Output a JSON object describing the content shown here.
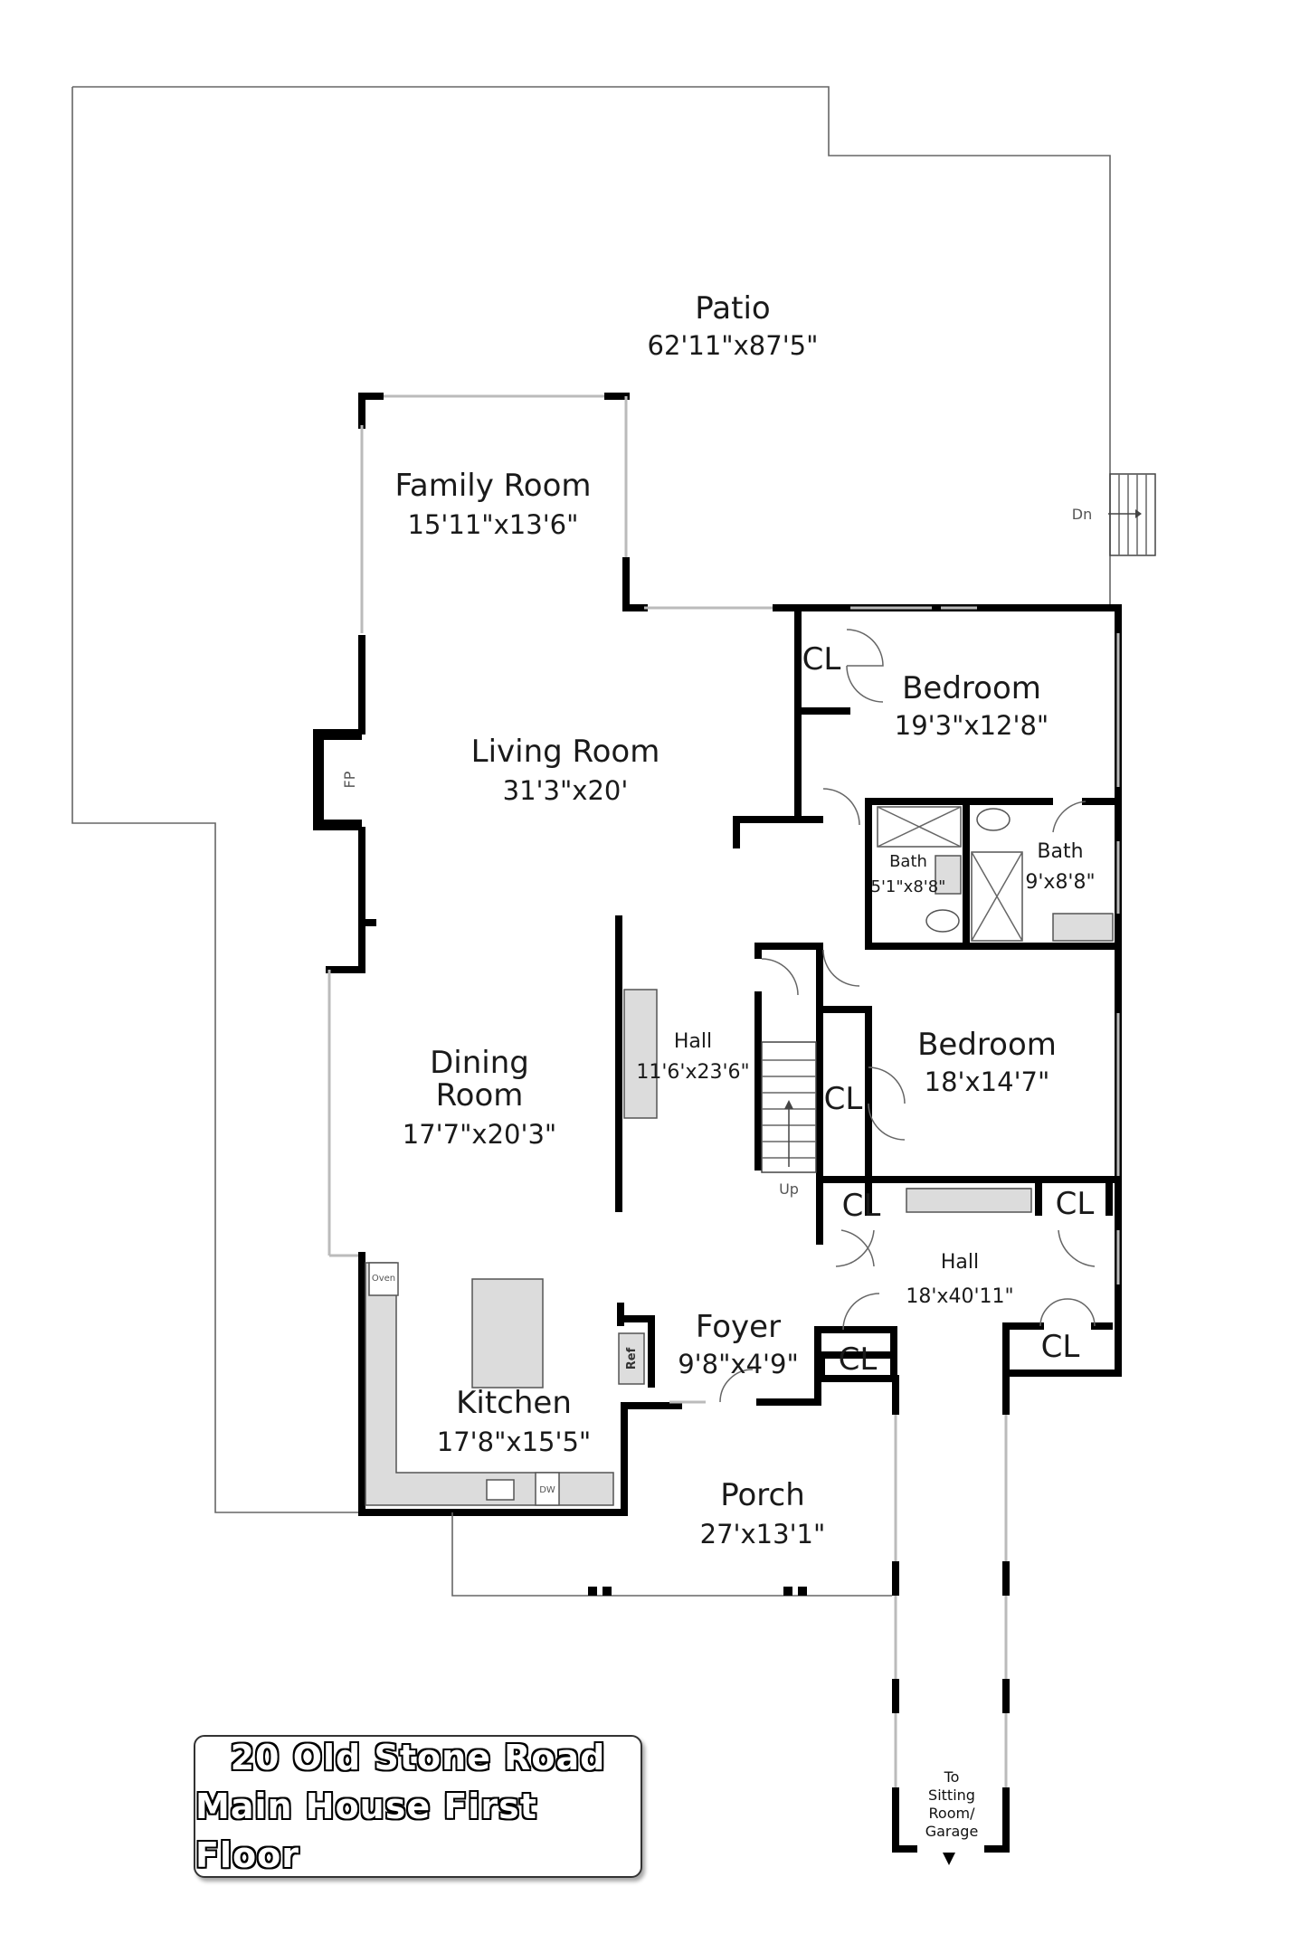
{
  "title": {
    "line1": "20 Old Stone Road",
    "line2": "Main House First Floor"
  },
  "rooms": {
    "patio": {
      "name": "Patio",
      "dims": "62'11\"x87'5\""
    },
    "family_room": {
      "name": "Family Room",
      "dims": "15'11\"x13'6\""
    },
    "living_room": {
      "name": "Living Room",
      "dims": "31'3\"x20'"
    },
    "dining_room": {
      "name_line1": "Dining",
      "name_line2": "Room",
      "dims": "17'7\"x20'3\""
    },
    "kitchen": {
      "name": "Kitchen",
      "dims": "17'8\"x15'5\""
    },
    "foyer": {
      "name": "Foyer",
      "dims": "9'8\"x4'9\""
    },
    "porch": {
      "name": "Porch",
      "dims": "27'x13'1\""
    },
    "hall_center": {
      "name": "Hall",
      "dims": "11'6'x23'6\""
    },
    "hall_right": {
      "name": "Hall",
      "dims": "18'x40'11\""
    },
    "bedroom_top": {
      "name": "Bedroom",
      "dims": "19'3\"x12'8\""
    },
    "bedroom_mid": {
      "name": "Bedroom",
      "dims": "18'x14'7\""
    },
    "bath_small": {
      "name": "Bath",
      "dims": "5'1\"x8'8\""
    },
    "bath_large": {
      "name": "Bath",
      "dims": "9'x8'8\""
    }
  },
  "closet_label": "CL",
  "fixtures": {
    "fireplace": "FP",
    "stairs_up": "Up",
    "stairs_down": "Dn",
    "oven": "Oven",
    "dishwasher": "DW",
    "refrigerator": "Ref"
  },
  "exit_note": {
    "line1": "To",
    "line2": "Sitting",
    "line3": "Room/",
    "line4": "Garage"
  }
}
